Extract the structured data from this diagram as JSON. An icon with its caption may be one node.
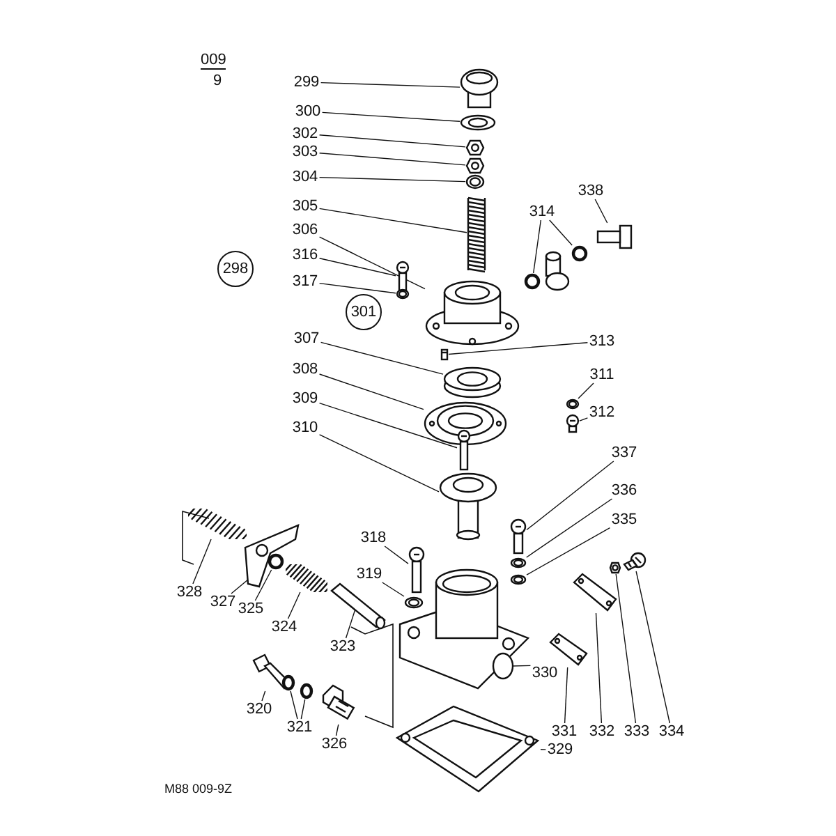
{
  "diagram": {
    "nodes": [
      {
        "text": [
          "298"
        ]
      },
      {
        "text": [
          "301"
        ]
      },
      {
        "text": [
          "299"
        ]
      },
      {
        "text": [],
        "shape": "picture"
      },
      {
        "text": [
          "300"
        ]
      },
      {
        "text": [],
        "shape": "picture"
      },
      {
        "text": [
          "302"
        ]
      },
      {
        "text": [],
        "shape": "picture"
      },
      {
        "text": [
          "303"
        ]
      },
      {
        "text": [],
        "shape": "picture"
      },
      {
        "text": [
          "304"
        ]
      },
      {
        "text": [],
        "shape": "picture"
      },
      {
        "text": [
          "305"
        ]
      },
      {
        "text": [],
        "shape": "picture"
      },
      {
        "text": [
          "306"
        ]
      },
      {
        "text": [],
        "shape": "picture"
      },
      {
        "text": [
          "316"
        ]
      },
      {
        "text": [],
        "shape": "picture"
      },
      {
        "text": [
          "317"
        ]
      },
      {
        "text": [],
        "shape": "picture"
      },
      {
        "text": [
          "314"
        ]
      },
      {
        "text": [],
        "shape": "circle"
      },
      {
        "text": [],
        "shape": "circle"
      },
      {
        "text": [
          "338"
        ]
      },
      {
        "text": [],
        "shape": "picture"
      },
      {
        "text": [
          "313"
        ]
      },
      {
        "text": [],
        "shape": "box"
      },
      {
        "text": [
          "307"
        ]
      },
      {
        "text": [],
        "shape": "picture"
      },
      {
        "text": [
          "308"
        ]
      },
      {
        "text": [],
        "shape": "picture"
      },
      {
        "text": [
          "309"
        ]
      },
      {
        "text": [],
        "shape": "picture"
      },
      {
        "text": [
          "310"
        ]
      },
      {
        "text": [],
        "shape": "picture"
      },
      {
        "text": [
          "311"
        ]
      },
      {
        "text": [],
        "shape": "picture"
      },
      {
        "text": [
          "312"
        ]
      },
      {
        "text": [],
        "shape": "picture"
      },
      {
        "text": [
          "337"
        ]
      },
      {
        "text": [],
        "shape": "picture"
      },
      {
        "text": [
          "336"
        ]
      },
      {
        "text": [],
        "shape": "picture"
      },
      {
        "text": [
          "335"
        ]
      },
      {
        "text": [],
        "shape": "picture"
      },
      {
        "text": [
          "318"
        ]
      },
      {
        "text": [],
        "shape": "picture"
      },
      {
        "text": [
          "319"
        ]
      },
      {
        "text": [],
        "shape": "picture"
      },
      {
        "text": [
          "328"
        ]
      },
      {
        "text": [],
        "shape": "picture"
      },
      {
        "text": [
          "327"
        ]
      },
      {
        "text": [],
        "shape": "picture"
      },
      {
        "text": [
          "325"
        ]
      },
      {
        "text": [],
        "shape": "circle"
      },
      {
        "text": [
          "324"
        ]
      },
      {
        "text": [],
        "shape": "picture"
      },
      {
        "text": [
          "323"
        ]
      },
      {
        "text": [],
        "shape": "picture"
      },
      {
        "text": [
          "330"
        ]
      },
      {
        "text": [],
        "shape": "picture"
      },
      {
        "text": [
          "331"
        ]
      },
      {
        "text": [],
        "shape": "picture"
      },
      {
        "text": [
          "332"
        ]
      },
      {
        "text": [],
        "shape": "picture"
      },
      {
        "text": [
          "333"
        ]
      },
      {
        "text": [],
        "shape": "picture"
      },
      {
        "text": [
          "334"
        ]
      },
      {
        "text": [],
        "shape": "picture"
      },
      {
        "text": [
          "320"
        ]
      },
      {
        "text": [],
        "shape": "picture"
      },
      {
        "text": [
          "321"
        ]
      },
      {
        "text": [],
        "shape": "circle"
      },
      {
        "text": [],
        "shape": "circle"
      },
      {
        "text": [
          "326"
        ]
      },
      {
        "text": [],
        "shape": "picture"
      },
      {
        "text": [
          "329"
        ]
      },
      {
        "text": [],
        "shape": "picture"
      }
    ],
    "edges": [
      {
        "from": 2,
        "to": 3,
        "arrow": "none"
      },
      {
        "from": 4,
        "to": 5,
        "arrow": "none"
      },
      {
        "from": 6,
        "to": 7,
        "arrow": "none"
      },
      {
        "from": 8,
        "to": 9,
        "arrow": "none"
      },
      {
        "from": 10,
        "to": 11,
        "arrow": "none"
      },
      {
        "from": 12,
        "to": 13,
        "arrow": "none"
      },
      {
        "from": 14,
        "to": 15,
        "arrow": "none"
      },
      {
        "from": 16,
        "to": 17,
        "arrow": "none"
      },
      {
        "from": 18,
        "to": 19,
        "arrow": "none"
      },
      {
        "from": 20,
        "to": 21,
        "arrow": "none"
      },
      {
        "from": 20,
        "to": 22,
        "arrow": "none"
      },
      {
        "from": 23,
        "to": 24,
        "arrow": "none"
      },
      {
        "from": 25,
        "to": 26,
        "arrow": "none"
      },
      {
        "from": 27,
        "to": 28,
        "arrow": "none"
      },
      {
        "from": 29,
        "to": 30,
        "arrow": "none"
      },
      {
        "from": 31,
        "to": 32,
        "arrow": "none"
      },
      {
        "from": 33,
        "to": 34,
        "arrow": "none"
      },
      {
        "from": 35,
        "to": 36,
        "arrow": "none"
      },
      {
        "from": 37,
        "to": 38,
        "arrow": "none"
      },
      {
        "from": 39,
        "to": 40,
        "arrow": "none"
      },
      {
        "from": 41,
        "to": 42,
        "arrow": "none"
      },
      {
        "from": 43,
        "to": 44,
        "arrow": "none"
      },
      {
        "from": 45,
        "to": 46,
        "arrow": "none"
      },
      {
        "from": 47,
        "to": 48,
        "arrow": "none"
      },
      {
        "from": 49,
        "to": 50,
        "arrow": "none"
      },
      {
        "from": 51,
        "to": 52,
        "arrow": "none"
      },
      {
        "from": 53,
        "to": 54,
        "arrow": "none"
      },
      {
        "from": 55,
        "to": 56,
        "arrow": "none"
      },
      {
        "from": 57,
        "to": 58,
        "arrow": "none"
      },
      {
        "from": 59,
        "to": 60,
        "arrow": "none"
      },
      {
        "from": 61,
        "to": 62,
        "arrow": "none"
      },
      {
        "from": 63,
        "to": 64,
        "arrow": "none"
      },
      {
        "from": 65,
        "to": 66,
        "arrow": "none"
      },
      {
        "from": 67,
        "to": 68,
        "arrow": "none"
      },
      {
        "from": 69,
        "to": 70,
        "arrow": "none"
      },
      {
        "from": 71,
        "to": 72,
        "arrow": "none"
      },
      {
        "from": 71,
        "to": 73,
        "arrow": "none"
      },
      {
        "from": 74,
        "to": 75,
        "arrow": "none"
      },
      {
        "from": 76,
        "to": 77,
        "arrow": "none"
      }
    ],
    "labels": [
      "009",
      "9",
      "M88 009-9Z"
    ]
  }
}
